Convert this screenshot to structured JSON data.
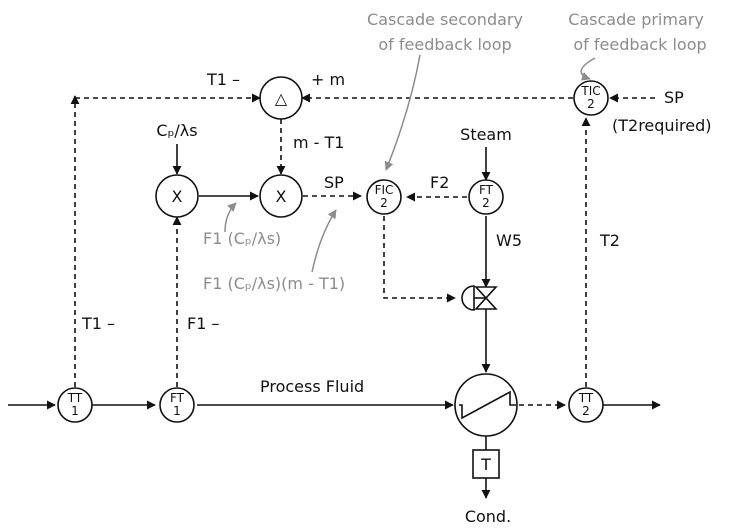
{
  "annotations": {
    "cascade_secondary": [
      "Cascade secondary",
      "of feedback loop"
    ],
    "cascade_primary": [
      "Cascade primary",
      "of feedback loop"
    ],
    "f1_ratio": "F1 (Cₚ/λs)",
    "f1_product": "F1 (Cₚ/λs)(m - T1)"
  },
  "instruments": {
    "tt1": [
      "TT",
      "1"
    ],
    "ft1": [
      "FT",
      "1"
    ],
    "tt2": [
      "TT",
      "2"
    ],
    "ft2": [
      "FT",
      "2"
    ],
    "fic2": [
      "FIC",
      "2"
    ],
    "tic2": [
      "TIC",
      "2"
    ]
  },
  "blocks": {
    "subtractor": "△",
    "multiplier1": "X",
    "multiplier2": "X",
    "trap": "T"
  },
  "signals": {
    "t1_minus_top": "T1  –",
    "plus_m": "+  m",
    "cp_lambda": "Cₚ/λs",
    "m_minus_t1": "m - T1",
    "sp_fic": "SP",
    "f2": "F2",
    "steam": "Steam",
    "w5": "W5",
    "t2": "T2",
    "sp_tic": "SP",
    "t2_required": "(T2required)",
    "t1_minus_left": "T1  –",
    "f1_minus": "F1  –",
    "process_fluid": "Process Fluid",
    "condensate": "Cond."
  }
}
